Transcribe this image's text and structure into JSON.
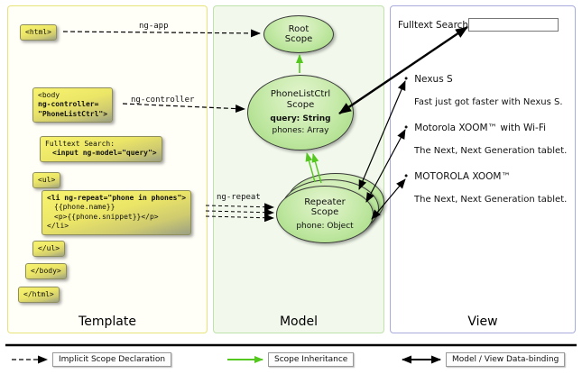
{
  "colors": {
    "inheritance_green": "#55c820",
    "arrow_black": "#000000",
    "template_border": "#e9e37c",
    "model_border": "#bfe2ab",
    "view_border": "#a9abdd"
  },
  "template_panel": {
    "label": "Template",
    "boxes": {
      "html_open": {
        "lines": [
          "<html>"
        ]
      },
      "body_open": {
        "lines": [
          "<body",
          "ng-controller=",
          "\"PhoneListCtrl\">"
        ]
      },
      "fulltext": {
        "lines": [
          "Fulltext Search:",
          "<input ng-model=\"query\">"
        ]
      },
      "ul_open": {
        "lines": [
          "<ul>"
        ]
      },
      "li_repeat": {
        "lines": [
          "<li ng-repeat=\"phone in phones\">",
          "{{phone.name}}",
          "<p>{{phone.snippet}}</p>",
          "</li>"
        ]
      },
      "ul_close": {
        "lines": [
          "</ul>"
        ]
      },
      "body_close": {
        "lines": [
          "</body>"
        ]
      },
      "html_close": {
        "lines": [
          "</html>"
        ]
      }
    }
  },
  "model_panel": {
    "label": "Model",
    "root_scope": {
      "line1": "Root",
      "line2": "Scope"
    },
    "phonelist_scope": {
      "line1": "PhoneListCtrl",
      "line2": "Scope",
      "prop1": "query: String",
      "prop2": "phones: Array"
    },
    "repeater_scope": {
      "line1": "Repeater",
      "line2": "Scope",
      "prop1": "phone: Object"
    }
  },
  "view_panel": {
    "label": "View",
    "search_label": "Fulltext Search:",
    "search_value": "",
    "bullet": "•",
    "items": [
      {
        "title": "Nexus S",
        "desc": "Fast just got faster with Nexus S."
      },
      {
        "title": "Motorola XOOM™ with Wi-Fi",
        "desc": "The Next, Next Generation tablet."
      },
      {
        "title": "MOTOROLA XOOM™",
        "desc": "The Next, Next Generation tablet."
      }
    ]
  },
  "arrow_labels": {
    "ng_app": "ng-app",
    "ng_controller": "ng-controller",
    "ng_repeat": "ng-repeat"
  },
  "legend": {
    "implicit": "Implicit Scope Declaration",
    "inheritance": "Scope Inheritance",
    "binding": "Model / View Data-binding"
  }
}
